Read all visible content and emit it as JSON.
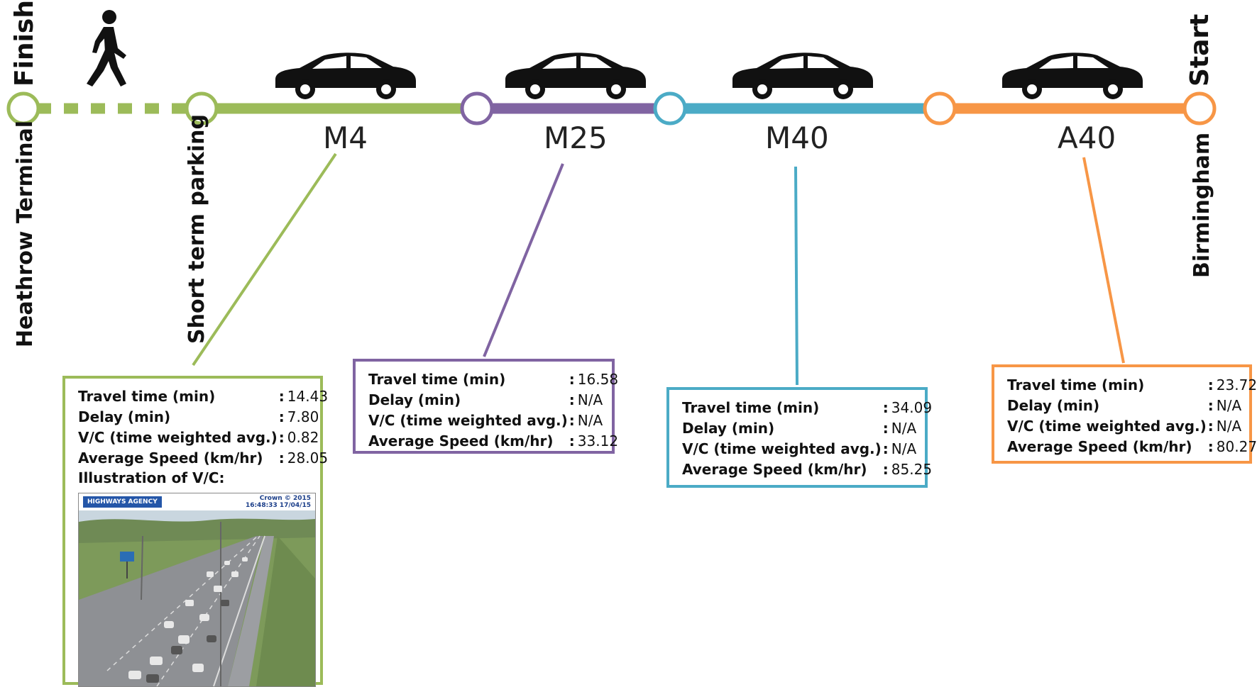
{
  "endpoints": {
    "finish": "Finish",
    "start": "Start",
    "heathrow": "Heathrow Terminal",
    "parking": "Short term parking",
    "birmingham": "Birmingham"
  },
  "icons": {
    "walk": "walking-person-icon",
    "car": "car-icon"
  },
  "colors": {
    "green": "#9cbb59",
    "purple": "#8064a2",
    "blue": "#4babc6",
    "orange": "#f79646"
  },
  "segments": [
    {
      "road": "M4",
      "rows": [
        {
          "label": "Travel time (min)",
          "value": "14.43"
        },
        {
          "label": "Delay (min)",
          "value": "7.80"
        },
        {
          "label": "V/C (time weighted avg.)",
          "value": "0.82"
        },
        {
          "label": "Average Speed (km/hr)",
          "value": "28.05"
        }
      ],
      "illustration": "Illustration of V/C:",
      "camera": {
        "logo": "HIGHWAYS AGENCY",
        "crown": "Crown © 2015",
        "timestamp": "16:48:33 17/04/15"
      }
    },
    {
      "road": "M25",
      "rows": [
        {
          "label": "Travel time (min)",
          "value": "16.58"
        },
        {
          "label": "Delay (min)",
          "value": "N/A"
        },
        {
          "label": "V/C (time weighted avg.)",
          "value": "N/A"
        },
        {
          "label": "Average Speed (km/hr)",
          "value": "33.12"
        }
      ]
    },
    {
      "road": "M40",
      "rows": [
        {
          "label": "Travel time (min)",
          "value": "34.09"
        },
        {
          "label": "Delay (min)",
          "value": "N/A"
        },
        {
          "label": "V/C (time weighted avg.)",
          "value": "N/A"
        },
        {
          "label": "Average Speed (km/hr)",
          "value": "85.25"
        }
      ]
    },
    {
      "road": "A40",
      "rows": [
        {
          "label": "Travel time (min)",
          "value": "23.72"
        },
        {
          "label": "Delay (min)",
          "value": "N/A"
        },
        {
          "label": "V/C (time weighted avg.)",
          "value": "N/A"
        },
        {
          "label": "Average Speed (km/hr)",
          "value": "80.27"
        }
      ]
    }
  ]
}
